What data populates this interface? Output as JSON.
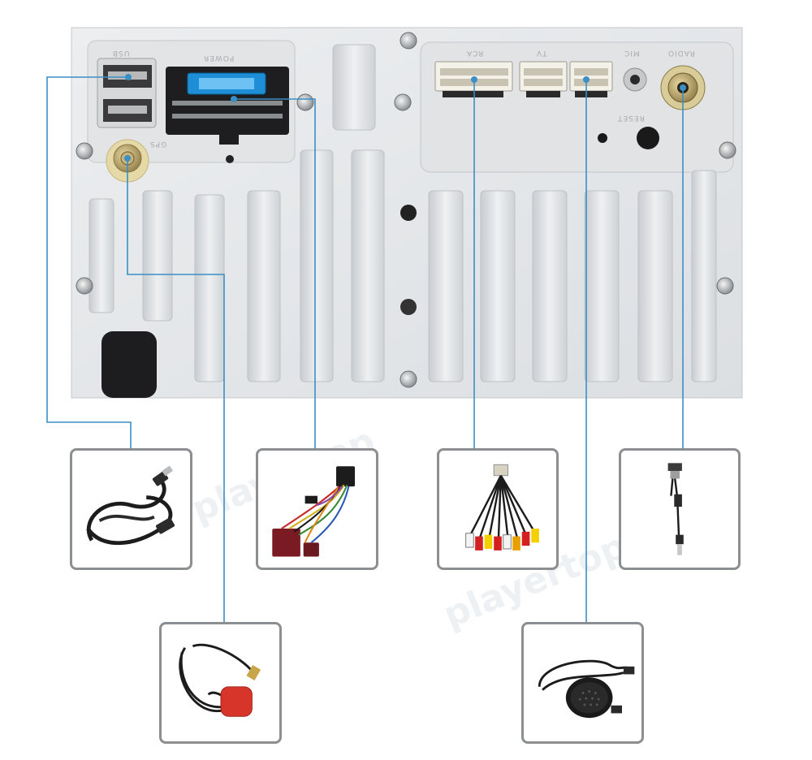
{
  "panel": {
    "labels": {
      "usb": "USB",
      "power": "POWER",
      "rca": "RCA",
      "tv": "TV",
      "mic": "MIC",
      "radio": "RADIO",
      "gps": "GPS",
      "reset": "RESET"
    }
  },
  "watermark": {
    "text1": "playertop",
    "text2": "playertop"
  },
  "colors": {
    "leader": "#3a8fc4",
    "panel": "#e6e8ea",
    "box_border": "#8c8f92",
    "fuse": "#1e8fd6"
  },
  "accessories": [
    {
      "icon": "usb-cable-icon"
    },
    {
      "icon": "power-harness-icon"
    },
    {
      "icon": "rca-cable-icon"
    },
    {
      "icon": "radio-adapter-icon"
    },
    {
      "icon": "gps-antenna-icon"
    },
    {
      "icon": "microphone-icon"
    }
  ]
}
